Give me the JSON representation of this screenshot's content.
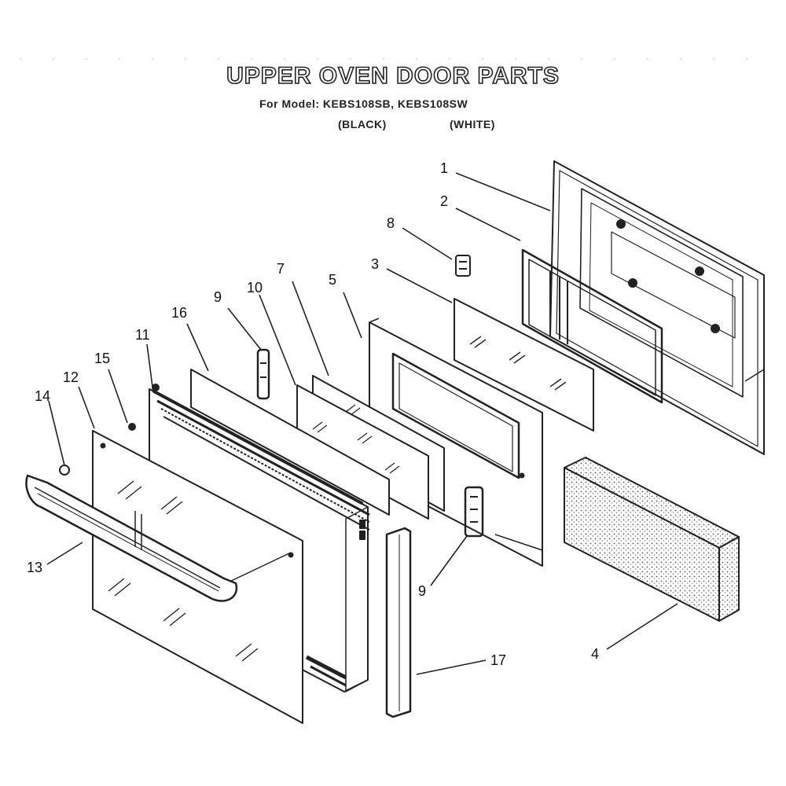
{
  "title": "UPPER OVEN DOOR PARTS",
  "subtitle_model_line": "For Model: KEBS108SB, KEBS108SW",
  "subtitle_black": "(BLACK)",
  "subtitle_white": "(WHITE)",
  "callouts": [
    "1",
    "2",
    "8",
    "3",
    "5",
    "7",
    "10",
    "9",
    "16",
    "11",
    "15",
    "12",
    "14",
    "13",
    "9",
    "17",
    "4"
  ]
}
